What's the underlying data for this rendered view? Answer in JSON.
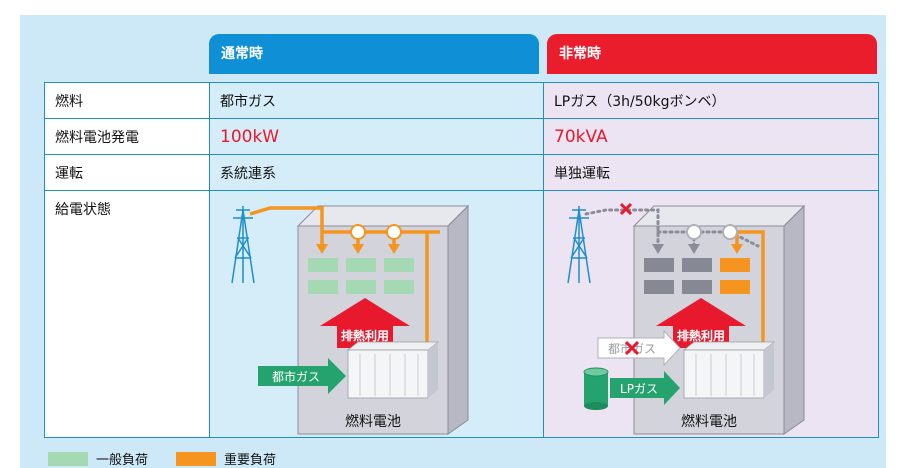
{
  "headers": {
    "normal": "通常時",
    "emergency": "非常時"
  },
  "rows": [
    {
      "label": "燃料",
      "normal": "都市ガス",
      "emergency": "LPガス（3h/50kgボンベ）"
    },
    {
      "label": "燃料電池発電",
      "normal": "100kW",
      "emergency": "70kVA"
    },
    {
      "label": "運転",
      "normal": "系統連系",
      "emergency": "単独運転"
    },
    {
      "label": "給電状態"
    }
  ],
  "diagram": {
    "heat_label": "排熱利用",
    "city_gas_label": "都市ガス",
    "lp_gas_label": "LPガス",
    "fuel_cell_label": "燃料電池"
  },
  "legend": [
    {
      "label": "一般負荷",
      "color": "#a5d9b4"
    },
    {
      "label": "重要負荷",
      "color": "#f5941e"
    }
  ],
  "colors": {
    "normal_header": "#0e8fd6",
    "emergency_header": "#ea1d2c",
    "orange": "#f5941e",
    "heat_red": "#e8192c",
    "gas_green": "#25a36e"
  }
}
